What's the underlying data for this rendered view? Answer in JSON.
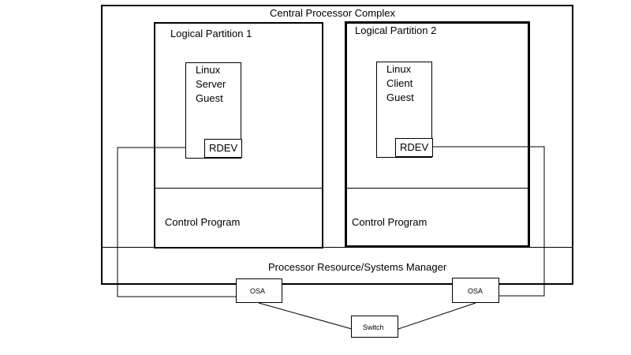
{
  "cpc": {
    "title": "Central Processor Complex"
  },
  "lpar1": {
    "title": "Logical Partition 1",
    "guest_lines": [
      "Linux",
      "Server",
      "Guest"
    ],
    "rdev_label": "RDEV",
    "cp_label": "Control Program"
  },
  "lpar2": {
    "title": "Logical Partition 2",
    "guest_lines": [
      "Linux",
      "Client",
      "Guest"
    ],
    "rdev_label": "RDEV",
    "cp_label": "Control Program"
  },
  "prsm": {
    "label": "Processor Resource/Systems Manager"
  },
  "osa_left": {
    "label": "OSA"
  },
  "osa_right": {
    "label": "OSA"
  },
  "switch": {
    "label": "Switch"
  }
}
